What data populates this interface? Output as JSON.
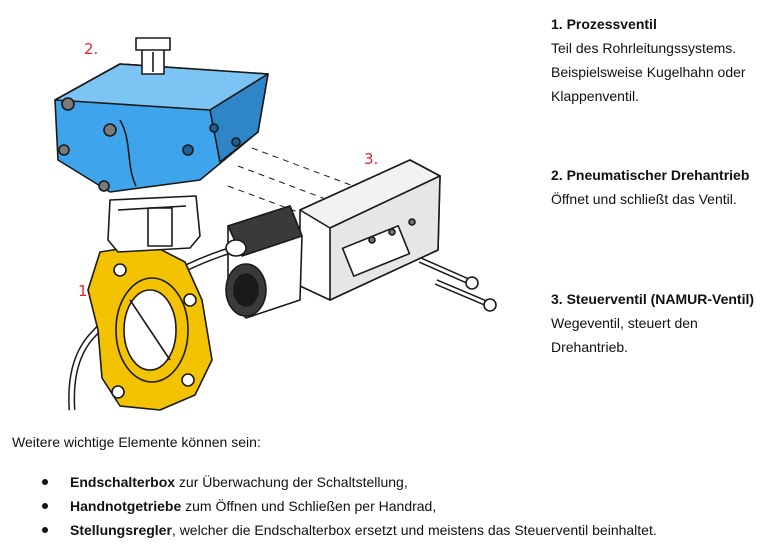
{
  "diagram": {
    "callouts": {
      "valve": "1.",
      "actuator": "2.",
      "control_valve": "3."
    },
    "colors": {
      "actuator": "#3ea4ec",
      "valve": "#f3c200",
      "callout": "#e3262b",
      "outline": "#1a1a1a"
    }
  },
  "legend": [
    {
      "heading": "1. Prozessventil",
      "text": "Teil des Rohrleitungssystems. Beispielsweise Kugelhahn oder Klappenventil."
    },
    {
      "heading": "2. Pneumatischer Drehantrieb",
      "text": "Öffnet und schließt das Ventil."
    },
    {
      "heading": "3. Steuerventil (NAMUR-Ventil)",
      "text": "Wegeventil, steuert den Drehantrieb."
    }
  ],
  "intro": "Weitere wichtige Elemente können sein:",
  "elements": [
    {
      "term": "Endschalterbox",
      "rest": " zur Überwachung der Schaltstellung,"
    },
    {
      "term": "Handnotgetriebe",
      "rest": " zum Öffnen und Schließen per Handrad,"
    },
    {
      "term": "Stellungsregler",
      "rest": ", welcher die Endschalterbox ersetzt und meistens das Steuerventil beinhaltet."
    }
  ]
}
